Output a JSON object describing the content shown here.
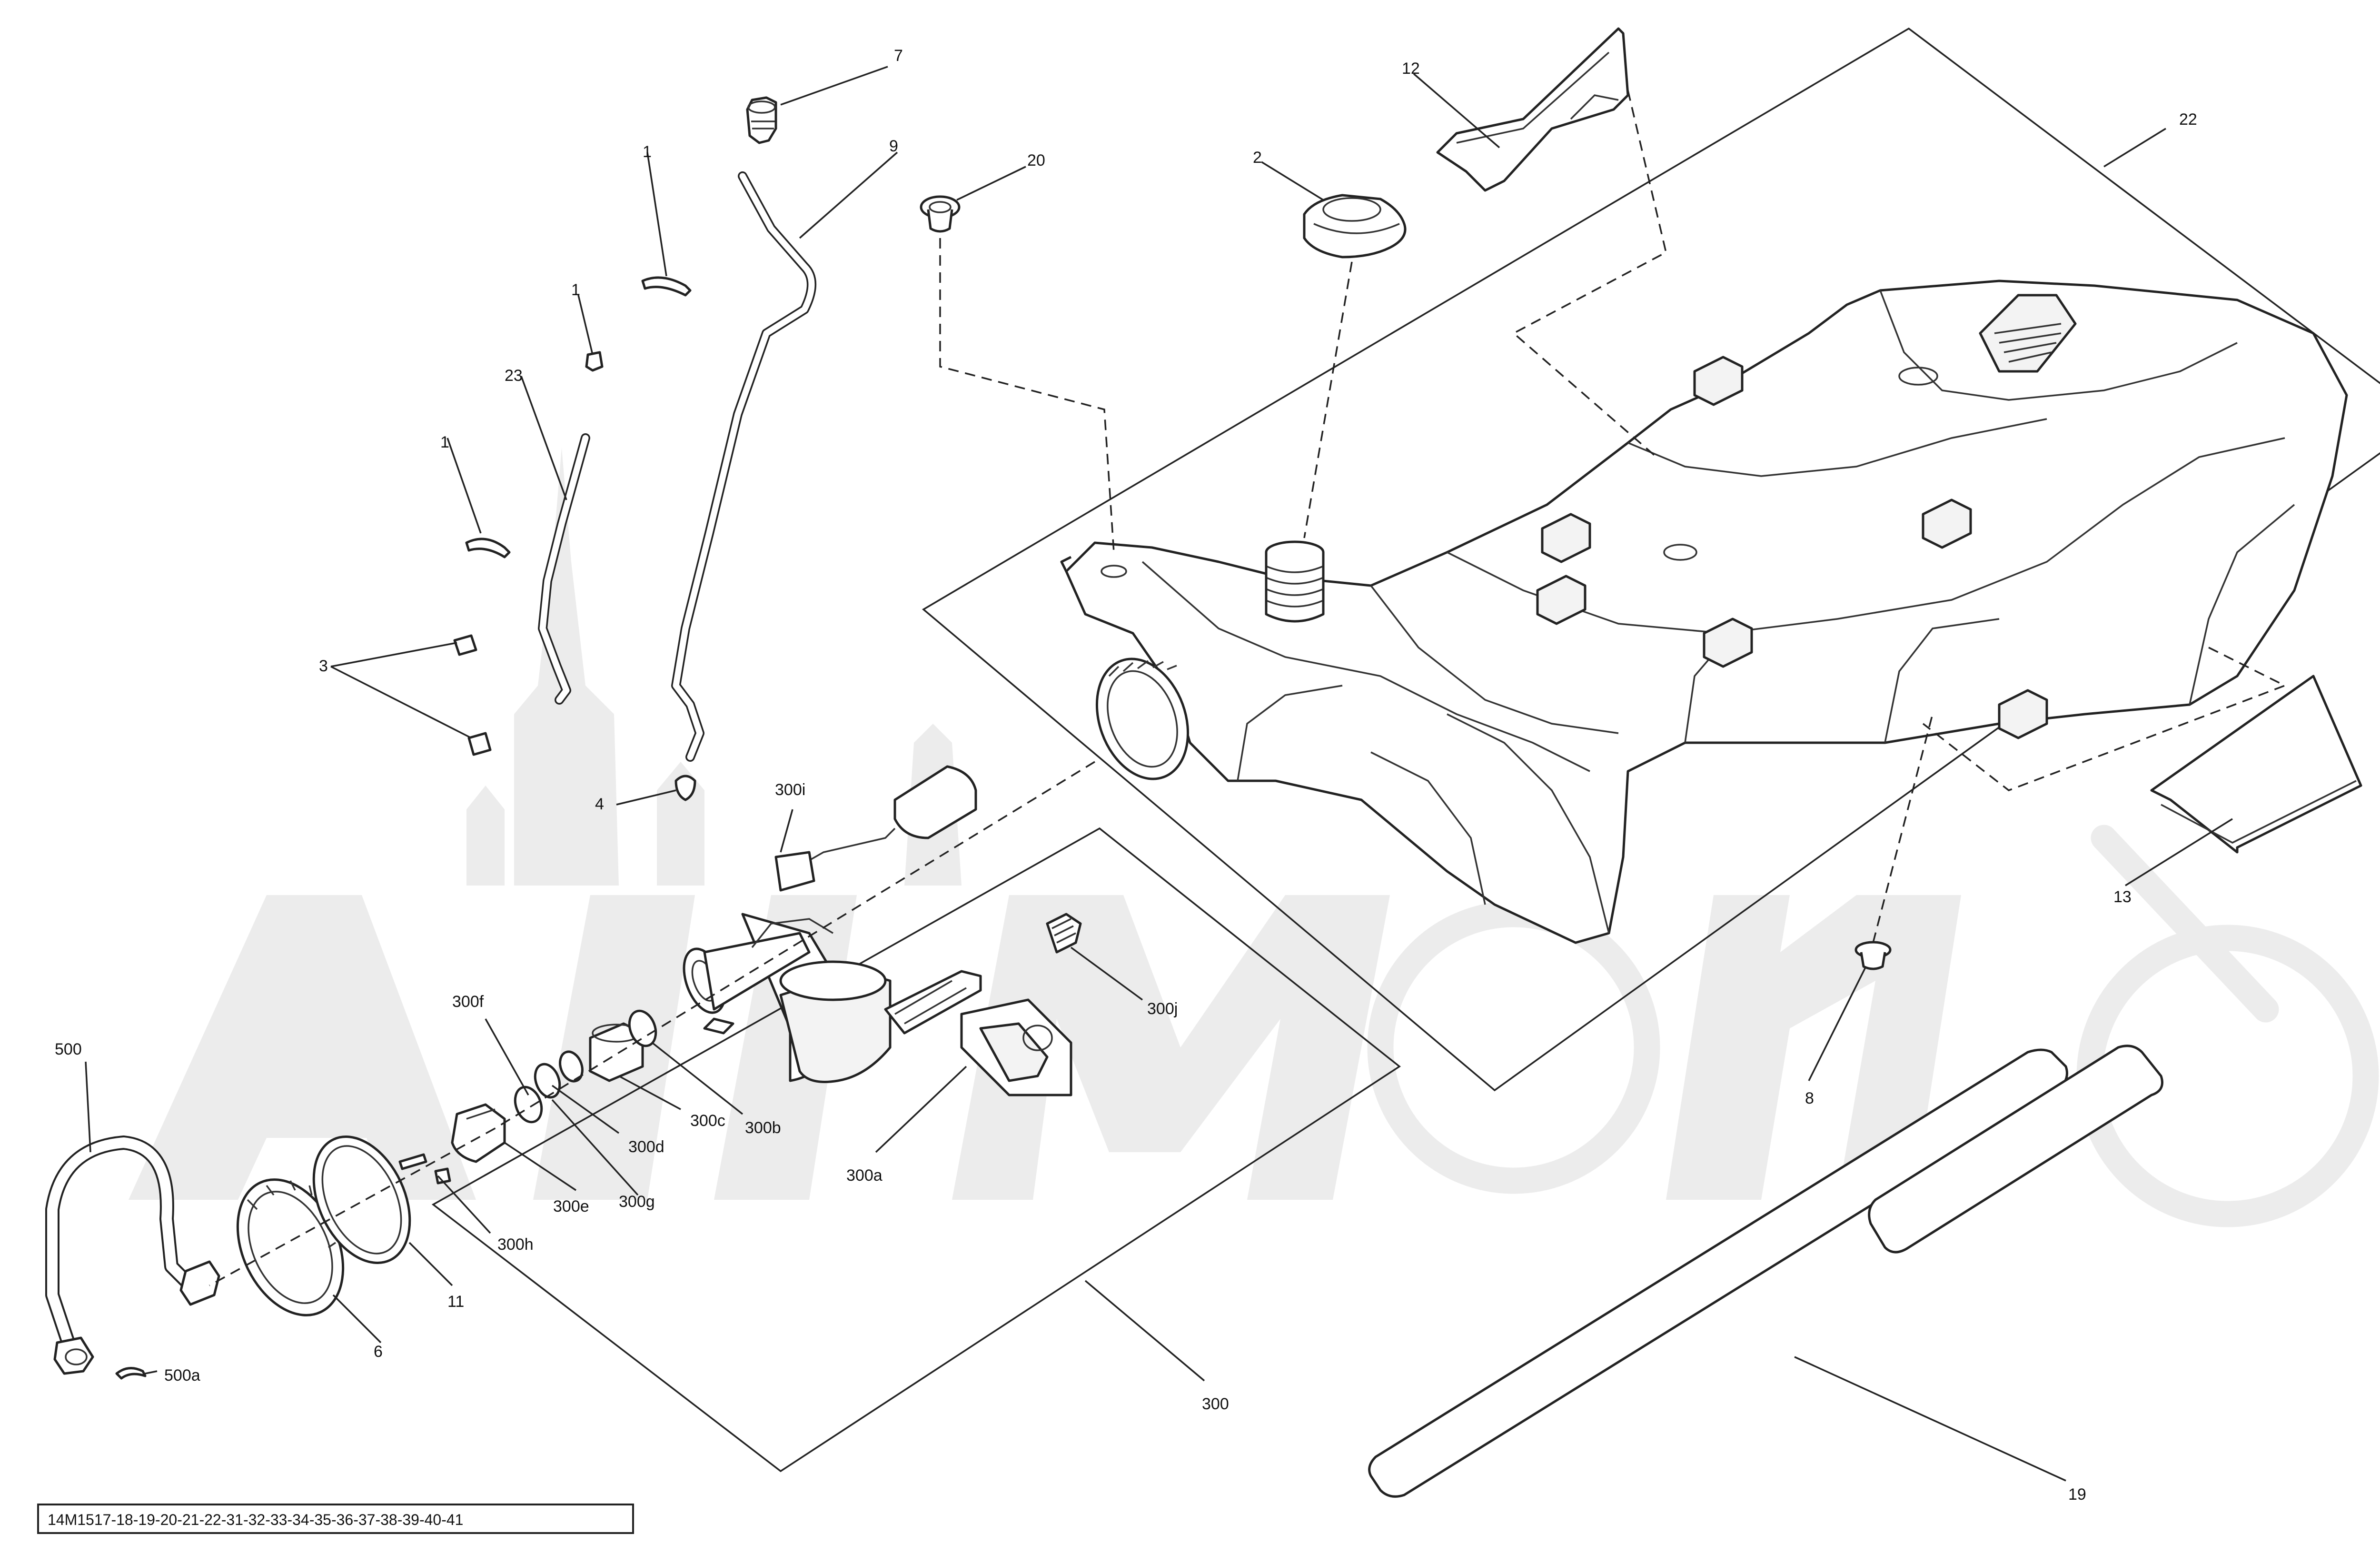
{
  "callouts": {
    "c1a": "1",
    "c1b": "1",
    "c1c": "1",
    "c2": "2",
    "c3": "3",
    "c4": "4",
    "c6": "6",
    "c7": "7",
    "c8": "8",
    "c9": "9",
    "c11": "11",
    "c12": "12",
    "c13": "13",
    "c19": "19",
    "c20": "20",
    "c22": "22",
    "c23": "23",
    "c300": "300",
    "c300a": "300a",
    "c300b": "300b",
    "c300c": "300c",
    "c300d": "300d",
    "c300e": "300e",
    "c300f": "300f",
    "c300g": "300g",
    "c300h": "300h",
    "c300i": "300i",
    "c300j": "300j",
    "c500": "500",
    "c500a": "500a"
  },
  "diagram_code": "14M1517-18-19-20-21-22-31-32-33-34-35-36-37-38-39-40-41",
  "colors": {
    "line": "#222222",
    "watermark": "#ececec",
    "background": "#ffffff"
  }
}
